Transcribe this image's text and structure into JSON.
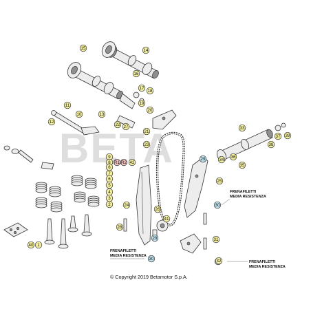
{
  "diagram": {
    "copyright": "© Copyright 2019 Betamotor S.p.A.",
    "notes": [
      {
        "line1": "FRENAFILETTI",
        "line2": "MEDIA RESISTENZA"
      },
      {
        "line1": "FRENAFILETTI",
        "line2": "MEDIA RESISTENZA"
      },
      {
        "line1": "FRENAFILETTI",
        "line2": "MEDIA RESISTENZA"
      }
    ],
    "watermark": "BETA",
    "colors": {
      "callout_yellow": "#f4f0a2",
      "callout_blue": "#bfe3ee",
      "callout_red": "#f3c2c2",
      "line": "#333333"
    },
    "callouts": [
      {
        "label": "15",
        "type": "yellow"
      },
      {
        "label": "14",
        "type": "yellow"
      },
      {
        "label": "16",
        "type": "yellow"
      },
      {
        "label": "17",
        "type": "yellow"
      },
      {
        "label": "18",
        "type": "yellow"
      },
      {
        "label": "13",
        "type": "yellow"
      },
      {
        "label": "19",
        "type": "yellow"
      },
      {
        "label": "20",
        "type": "yellow"
      },
      {
        "label": "27",
        "type": "yellow"
      },
      {
        "label": "22",
        "type": "yellow"
      },
      {
        "label": "21",
        "type": "yellow"
      },
      {
        "label": "11",
        "type": "yellow"
      },
      {
        "label": "10",
        "type": "yellow"
      },
      {
        "label": "12",
        "type": "yellow"
      },
      {
        "label": "9",
        "type": "yellow"
      },
      {
        "label": "8",
        "type": "yellow"
      },
      {
        "label": "6",
        "type": "yellow"
      },
      {
        "label": "R1",
        "type": "red"
      },
      {
        "label": "R2",
        "type": "red"
      },
      {
        "label": "7",
        "type": "yellow"
      },
      {
        "label": "6",
        "type": "yellow"
      },
      {
        "label": "5",
        "type": "yellow"
      },
      {
        "label": "4",
        "type": "yellow"
      },
      {
        "label": "3",
        "type": "yellow"
      },
      {
        "label": "2",
        "type": "yellow"
      },
      {
        "label": "1",
        "type": "yellow"
      },
      {
        "label": "40",
        "type": "yellow"
      },
      {
        "label": "23",
        "type": "yellow"
      },
      {
        "label": "24",
        "type": "yellow"
      },
      {
        "label": "25",
        "type": "yellow"
      },
      {
        "label": "26",
        "type": "yellow"
      },
      {
        "label": "28",
        "type": "yellow"
      },
      {
        "label": "29",
        "type": "blue"
      },
      {
        "label": "29",
        "type": "blue"
      },
      {
        "label": "30",
        "type": "blue"
      },
      {
        "label": "30",
        "type": "blue"
      },
      {
        "label": "30",
        "type": "blue"
      },
      {
        "label": "31",
        "type": "yellow"
      },
      {
        "label": "32",
        "type": "yellow"
      },
      {
        "label": "33",
        "type": "yellow"
      },
      {
        "label": "34",
        "type": "yellow"
      },
      {
        "label": "35",
        "type": "yellow"
      },
      {
        "label": "36",
        "type": "yellow"
      },
      {
        "label": "37",
        "type": "yellow"
      },
      {
        "label": "38",
        "type": "yellow"
      },
      {
        "label": "39",
        "type": "yellow"
      },
      {
        "label": "41",
        "type": "yellow"
      },
      {
        "label": "42",
        "type": "yellow"
      }
    ]
  }
}
